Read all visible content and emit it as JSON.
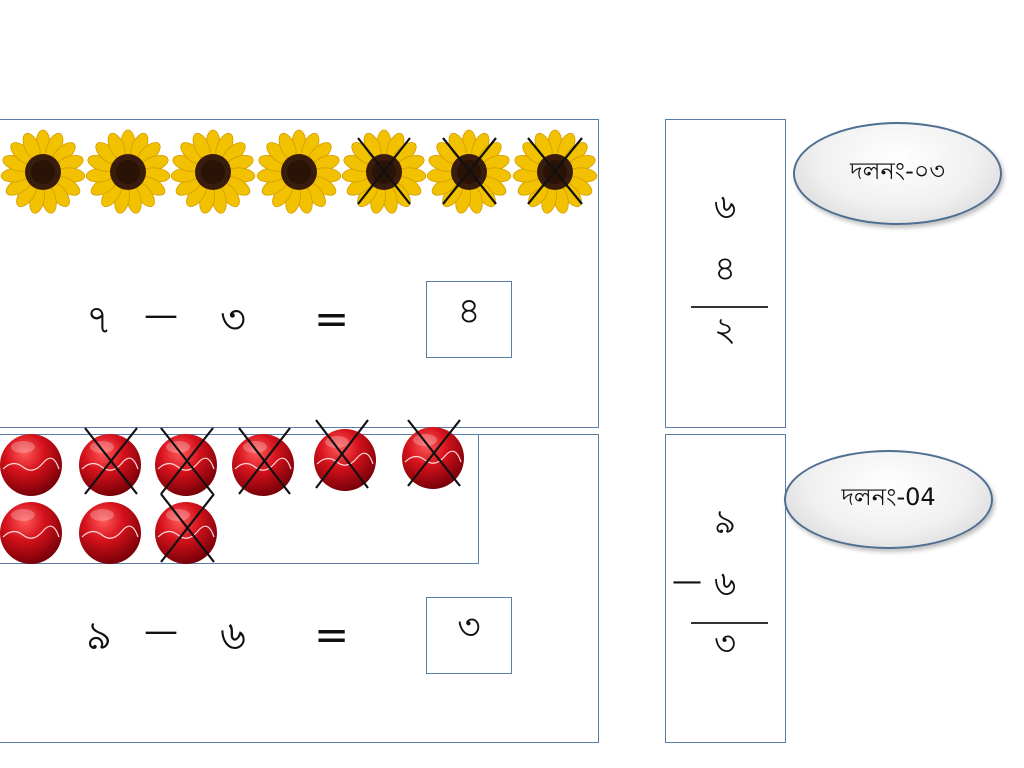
{
  "group_a": {
    "equation": {
      "minuend": "৭",
      "minus": "—",
      "subtrahend": "৩",
      "equals": "=",
      "answer": "৪"
    },
    "sunflowers": {
      "total": 7,
      "crossed": [
        4,
        5,
        6
      ]
    },
    "column": {
      "top": "৬",
      "middle": "৪",
      "result": "২"
    },
    "label": "দলনং-০৩"
  },
  "group_b": {
    "equation": {
      "minuend": "৯",
      "minus": "—",
      "subtrahend": "৬",
      "equals": "=",
      "answer": "৩"
    },
    "balls": {
      "row1": 6,
      "row2": 3,
      "crossed_row1": [
        1,
        2,
        3,
        4,
        5
      ],
      "crossed_row2": [
        2
      ]
    },
    "column": {
      "top": "৯",
      "minus": "—",
      "middle": "৬",
      "result": "৩"
    },
    "label": "দলনং-04"
  },
  "colors": {
    "border": "#5a7ca6",
    "ball": "#d6121c",
    "petal": "#f2c200",
    "center": "#3a1c0c"
  }
}
